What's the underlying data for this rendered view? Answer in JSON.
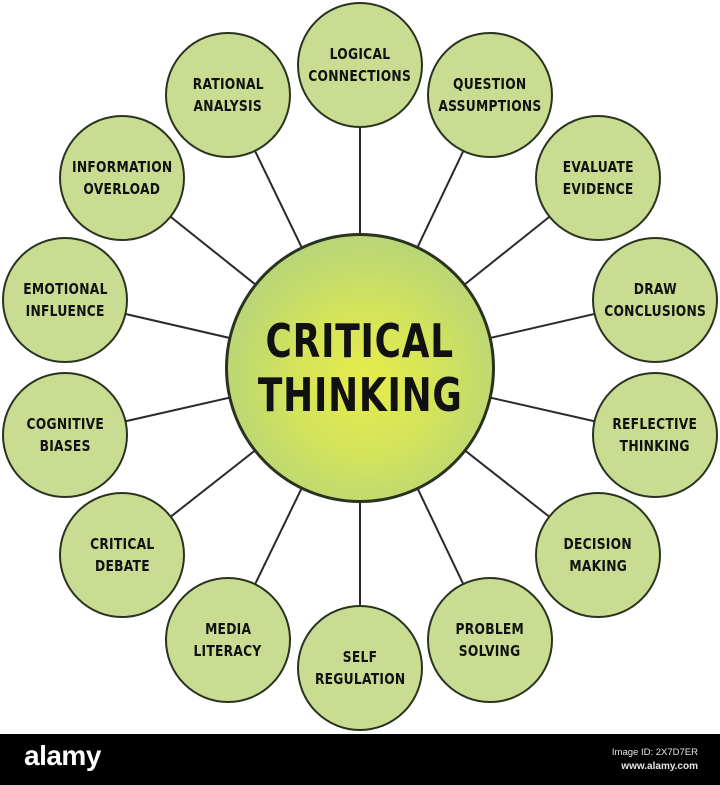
{
  "diagram": {
    "type": "mind-map",
    "center": {
      "line1": "CRITICAL",
      "line2": "THINKING"
    },
    "nodes": [
      {
        "id": "logical-connections",
        "line1": "LOGICAL",
        "line2": "CONNECTIONS"
      },
      {
        "id": "question-assumptions",
        "line1": "QUESTION",
        "line2": "ASSUMPTIONS"
      },
      {
        "id": "evaluate-evidence",
        "line1": "EVALUATE",
        "line2": "EVIDENCE"
      },
      {
        "id": "draw-conclusions",
        "line1": "DRAW",
        "line2": "CONCLUSIONS"
      },
      {
        "id": "reflective-thinking",
        "line1": "REFLECTIVE",
        "line2": "THINKING"
      },
      {
        "id": "decision-making",
        "line1": "DECISION",
        "line2": "MAKING"
      },
      {
        "id": "problem-solving",
        "line1": "PROBLEM",
        "line2": "SOLVING"
      },
      {
        "id": "self-regulation",
        "line1": "SELF",
        "line2": "REGULATION"
      },
      {
        "id": "media-literacy",
        "line1": "MEDIA",
        "line2": "LITERACY"
      },
      {
        "id": "critical-debate",
        "line1": "CRITICAL",
        "line2": "DEBATE"
      },
      {
        "id": "cognitive-biases",
        "line1": "COGNITIVE",
        "line2": "BIASES"
      },
      {
        "id": "emotional-influence",
        "line1": "EMOTIONAL",
        "line2": "INFLUENCE"
      },
      {
        "id": "information-overload",
        "line1": "INFORMATION",
        "line2": "OVERLOAD"
      },
      {
        "id": "rational-analysis",
        "line1": "RATIONAL",
        "line2": "ANALYSIS"
      }
    ],
    "colors": {
      "node_fill": "#c9dc91",
      "center_fill": "#d4e45a",
      "outline": "#2a3320"
    }
  },
  "footer": {
    "brand": "alamy",
    "image_id": "Image ID: 2X7D7ER",
    "url": "www.alamy.com"
  }
}
